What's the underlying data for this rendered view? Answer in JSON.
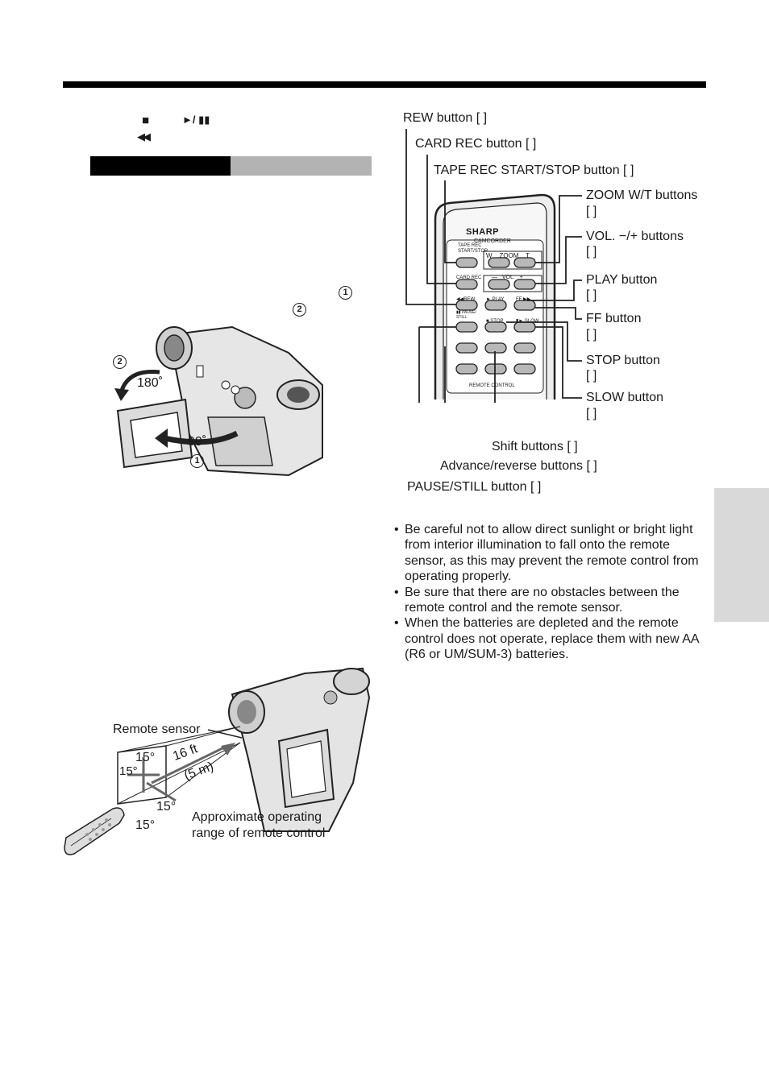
{
  "header": {
    "stop_symbol": "■",
    "play_pause_symbol": "►/ ▮▮",
    "rewind_symbol": "◀◀"
  },
  "lcd_figure": {
    "step1": "1",
    "step2": "2",
    "angle_180": "180˚",
    "angle_90": "90˚"
  },
  "remote_figure": {
    "brand": "SHARP",
    "model": "CAMCORDER",
    "footer": "REMOTE CONTROL",
    "key_labels": {
      "tape_rec": "TAPE REC START/STOP",
      "w_zoom": "W    ZOOM    T",
      "card_rec": "CARD REC",
      "vol": "—   VOL.   +",
      "rew": "◀◀REW",
      "play": "► PLAY",
      "ff": "FF ▶▶",
      "pause": "▮▮ PAUSE/ STILL",
      "stop": "■ STOP",
      "slow": "▮► SLOW"
    },
    "callouts": {
      "rew": "REW button [               ]",
      "card_rec": "CARD REC button [       ]",
      "tape_rec": "TAPE REC START/STOP button [       ]",
      "zoom_1": "ZOOM W/T buttons",
      "zoom_2": "[               ]",
      "vol_1": "VOL. −/+ buttons",
      "vol_2": "[       ]",
      "play_1": "PLAY button",
      "play_2": "[               ]",
      "ff_1": "FF button",
      "ff_2": "[               ]",
      "stop_1": "STOP button",
      "stop_2": "[               ]",
      "slow_1": "SLOW button",
      "slow_2": "[       ]",
      "shift": "Shift buttons [       ]",
      "advance": "Advance/reverse buttons [       ]",
      "pause": "PAUSE/STILL button [               ]"
    }
  },
  "range_figure": {
    "remote_sensor": "Remote sensor",
    "distance_ft": "16 ft",
    "distance_m": "(5 m)",
    "angle": "15°",
    "caption_1": "Approximate operating",
    "caption_2": "range of remote control"
  },
  "notes": [
    "Be careful not to allow direct sunlight or bright light from interior illumination to fall onto the remote sensor, as this may prevent the remote control from operating properly.",
    "Be sure that there are no obstacles between the remote control and the remote sensor.",
    "When the batteries are depleted and the remote control does not operate, replace them with new AA (R6 or UM/SUM-3) batteries."
  ],
  "bullet": "•"
}
